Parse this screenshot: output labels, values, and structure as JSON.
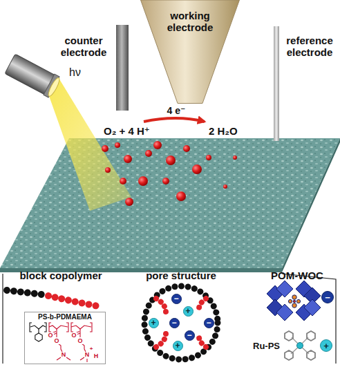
{
  "diagram": {
    "nodes": [
      {
        "text": [
          "counter electrode"
        ]
      },
      {
        "text": [
          "working electrode"
        ]
      },
      {
        "text": [
          "reference electrode"
        ]
      },
      {
        "text": [
          "PS-b-PDMAEMA",
          "O",
          "O",
          "N",
          "O",
          "O",
          "N",
          "+",
          "H"
        ]
      },
      {
        "text": [
          "−"
        ]
      },
      {
        "text": [
          "+"
        ]
      },
      {
        "text": [
          "+"
        ]
      },
      {
        "text": [
          "−"
        ]
      },
      {
        "text": [
          "−"
        ]
      },
      {
        "text": [
          "−"
        ]
      },
      {
        "text": [
          "+"
        ]
      },
      {
        "text": [
          "−"
        ]
      },
      {
        "text": [
          "+"
        ]
      }
    ],
    "labels": [
      "hν",
      "4 e⁻",
      "O₂ + 4 H⁺",
      "2 H₂O",
      "block copolymer",
      "pore structure",
      "POM-WOC",
      "Ru-PS"
    ]
  }
}
